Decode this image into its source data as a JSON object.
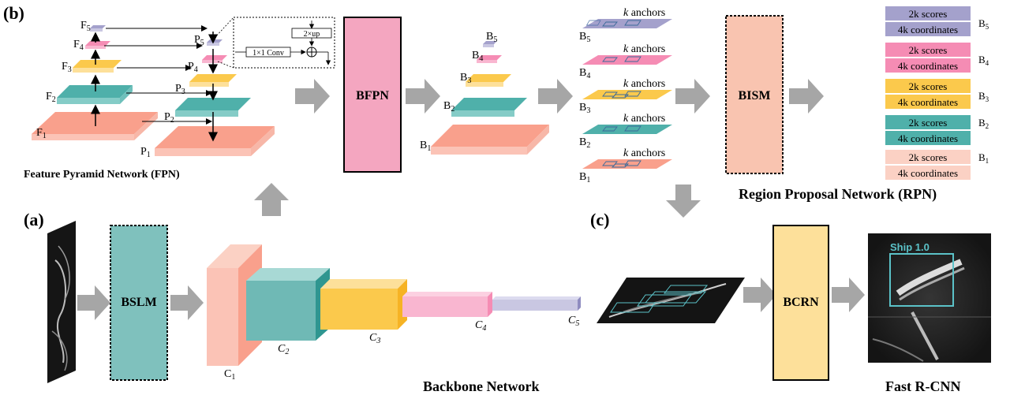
{
  "panels": {
    "a": "(a)",
    "b": "(b)",
    "c": "(c)"
  },
  "titles": {
    "fpn": "Feature Pyramid Network (FPN)",
    "rpn": "Region Proposal Network (RPN)",
    "backbone": "Backbone Network",
    "fast_rcnn": "Fast R-CNN"
  },
  "modules": {
    "bfpn": "BFPN",
    "bism": "BISM",
    "bslm": "BSLM",
    "bcrn": "BCRN"
  },
  "fpn": {
    "f": [
      "F",
      "F",
      "F",
      "F",
      "F"
    ],
    "f_sub": [
      "1",
      "2",
      "3",
      "4",
      "5"
    ],
    "p": [
      "P",
      "P",
      "P",
      "P",
      "P"
    ],
    "p_sub": [
      "1",
      "2",
      "3",
      "4",
      "5"
    ],
    "inset_up": "2×up",
    "inset_conv": "1×1 Conv"
  },
  "bfpn_levels": {
    "b": [
      "B",
      "B",
      "B",
      "B",
      "B"
    ],
    "b_sub": [
      "1",
      "2",
      "3",
      "4",
      "5"
    ]
  },
  "anchors": {
    "k": "k",
    "label": " anchors",
    "b": [
      "B",
      "B",
      "B",
      "B",
      "B"
    ],
    "b_sub": [
      "5",
      "4",
      "3",
      "2",
      "1"
    ]
  },
  "scores": {
    "rows": [
      {
        "k": "2k",
        "scores": " scores",
        "k2": "4k",
        "coords": " coordinates",
        "level": "B",
        "level_sub": "5"
      },
      {
        "k": "2k",
        "scores": " scores",
        "k2": "4k",
        "coords": " coordinates",
        "level": "B",
        "level_sub": "4"
      },
      {
        "k": "2k",
        "scores": " scores",
        "k2": "4k",
        "coords": " coordinates",
        "level": "B",
        "level_sub": "3"
      },
      {
        "k": "2k",
        "scores": " scores",
        "k2": "4k",
        "coords": " coordinates",
        "level": "B",
        "level_sub": "2"
      },
      {
        "k": "2k",
        "scores": " scores",
        "k2": "4k",
        "coords": " coordinates",
        "level": "B",
        "level_sub": "1"
      }
    ]
  },
  "backbone": {
    "c": [
      "C",
      "C",
      "C",
      "C",
      "C"
    ],
    "c_sub": [
      "1",
      "2",
      "3",
      "4",
      "5"
    ]
  },
  "detection": {
    "label": "Ship 1.0"
  },
  "colors": {
    "lev1": "#f9a08c",
    "lev2": "#4fb0aa",
    "lev3": "#fbc94c",
    "lev4": "#f58cb4",
    "lev5": "#a4a1cc",
    "bfpn": "#f4a6c0",
    "bism": "#f9c4b0",
    "bslm": "#7fc1bd",
    "bcrn": "#fde09a",
    "arrow": "#a6a6a6",
    "ship_box": "#5bc2c8"
  }
}
